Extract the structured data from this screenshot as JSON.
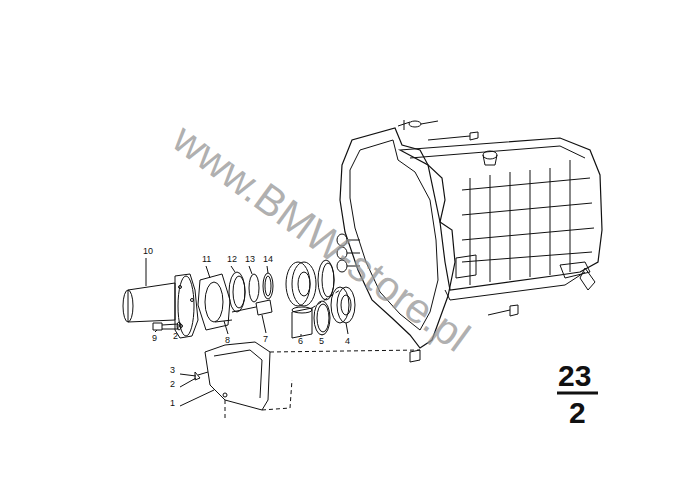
{
  "diagram": {
    "labels": [
      "10",
      "11",
      "12",
      "13",
      "14",
      "9",
      "2",
      "8",
      "7",
      "6",
      "5",
      "4",
      "3",
      "2",
      "1",
      "23",
      "2",
      "www.BMW-store.pl"
    ]
  }
}
